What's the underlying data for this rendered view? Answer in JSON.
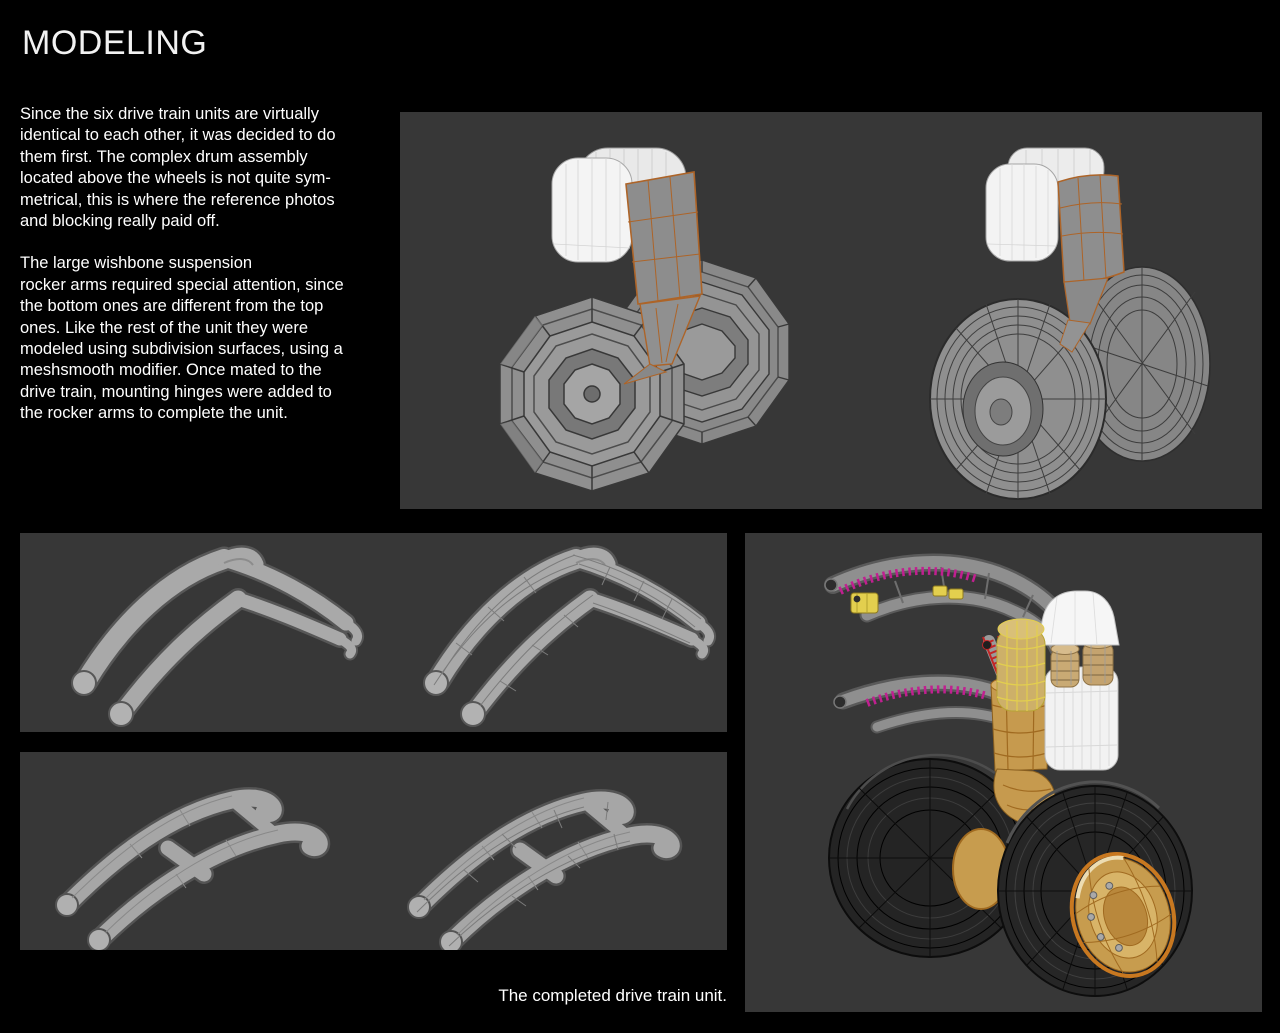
{
  "page": {
    "title": "MODELING"
  },
  "article": {
    "paragraph1_lines": [
      "Since the six drive train units are virtually",
      "identical to each other, it was decided to do",
      "them first.  The complex drum assembly",
      "located above the wheels is not quite sym-",
      "metrical, this is where the reference  photos",
      "and blocking really paid off."
    ],
    "paragraph2_lines": [
      "The large wishbone suspension",
      "rocker arms required special attention, since",
      "the bottom ones are different from the top",
      "ones.  Like the rest of the unit they were",
      "modeled using subdivision surfaces, using a",
      "meshsmooth modifier.  Once mated to the",
      "drive train, mounting hinges were added to",
      "the rocker arms to complete the unit."
    ]
  },
  "figures": {
    "completed_unit_caption": "The completed drive train unit."
  },
  "colors": {
    "page_background": "#000000",
    "panel_background": "#373737",
    "body_text": "#ffffff",
    "model_gray": "#a3a3a3",
    "wireframe_orange": "#ad6428",
    "tire_black": "#262626",
    "hub_gold": "#c79c4e",
    "accent_magenta": "#c02090",
    "accent_yellow": "#e3cf4e",
    "accent_red": "#c22626",
    "drum_white": "#f2f2f2"
  }
}
